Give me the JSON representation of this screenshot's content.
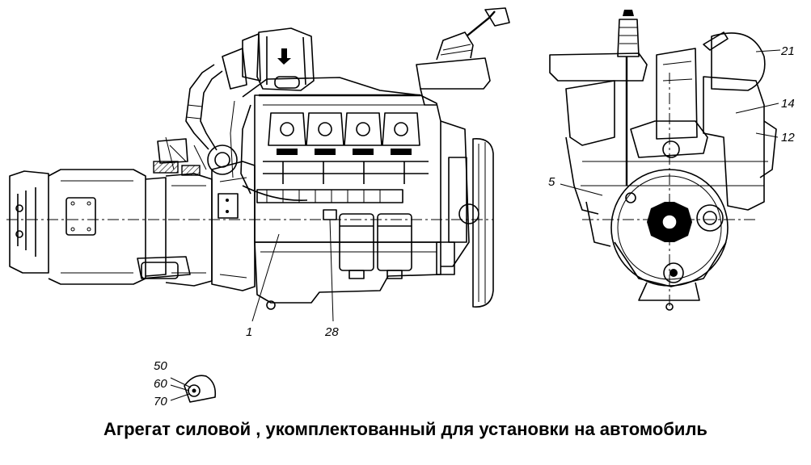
{
  "caption": "Агрегат силовой , укомплектованный для установки на автомобиль",
  "callouts": {
    "c1": "1",
    "c28": "28",
    "c5": "5",
    "c12": "12",
    "c14": "14",
    "c21": "21",
    "c50": "50",
    "c60": "60",
    "c70": "70"
  }
}
